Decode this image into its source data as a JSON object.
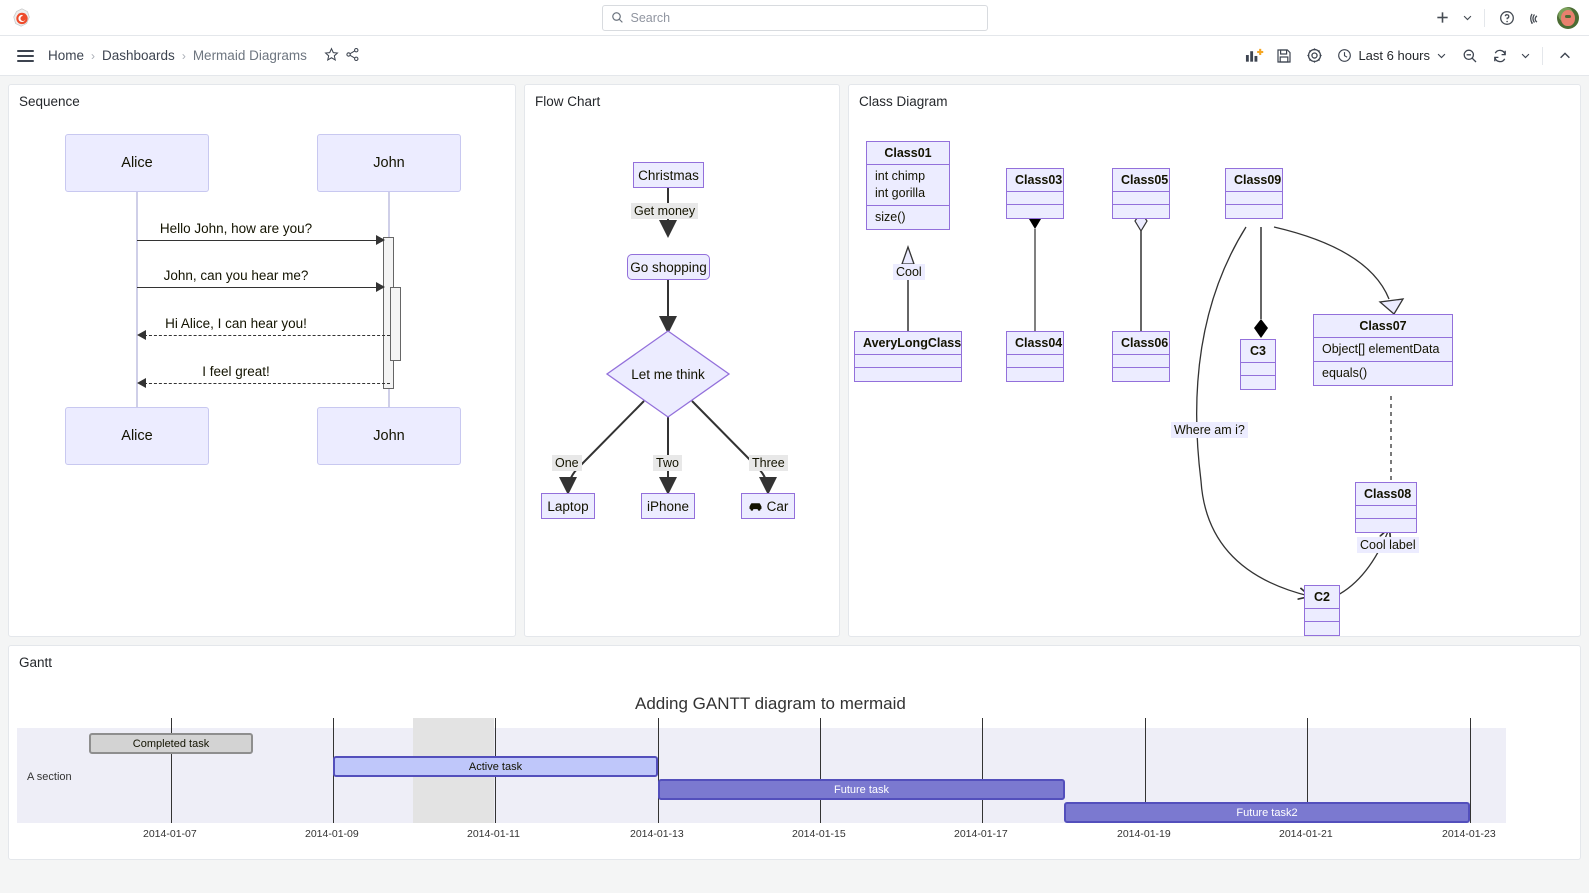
{
  "app": {
    "logo_icon": "grafana-logo-icon",
    "search": {
      "placeholder": "Search",
      "value": "",
      "icon": "search-icon"
    },
    "top_actions": [
      {
        "name": "new-button",
        "label": "+",
        "icon": "plus-icon"
      },
      {
        "name": "new-dropdown",
        "label": "",
        "icon": "chevron-down-icon"
      },
      {
        "name": "help-button",
        "label": "",
        "icon": "help-circle-icon"
      },
      {
        "name": "news-button",
        "label": "",
        "icon": "rss-icon"
      },
      {
        "name": "profile-avatar",
        "label": "",
        "icon": "avatar-icon"
      }
    ]
  },
  "nav": {
    "menu_icon": "hamburger-menu-icon",
    "breadcrumbs": [
      {
        "label": "Home",
        "name": "breadcrumb-home"
      },
      {
        "label": "Dashboards",
        "name": "breadcrumb-dashboards"
      },
      {
        "label": "Mermaid Diagrams",
        "name": "breadcrumb-mermaid-diagrams"
      }
    ],
    "separator": "›",
    "star_icon": "star-icon",
    "share_icon": "share-icon",
    "actions": [
      {
        "name": "add-panel-button",
        "icon": "add-panel-icon"
      },
      {
        "name": "save-dashboard-button",
        "icon": "save-icon"
      },
      {
        "name": "dashboard-settings-button",
        "icon": "gear-icon"
      }
    ],
    "time_range": {
      "label": "Last 6 hours",
      "icon": "clock-icon",
      "chevron": "chevron-down-icon"
    },
    "zoom_out": {
      "name": "zoom-out-time-range-button",
      "icon": "zoom-out-icon"
    },
    "refresh": {
      "name": "refresh-button",
      "icon": "refresh-icon"
    },
    "refresh_interval": {
      "name": "refresh-interval-dropdown",
      "icon": "chevron-down-icon"
    },
    "collapse": {
      "name": "collapse-toolbar-button",
      "icon": "chevron-up-icon"
    }
  },
  "panels": {
    "sequence": {
      "title": "Sequence",
      "diagram": {
        "type": "sequence",
        "actors": [
          "Alice",
          "John"
        ],
        "messages": [
          {
            "from": "Alice",
            "to": "John",
            "text": "Hello John, how are you?",
            "style": "solid"
          },
          {
            "from": "Alice",
            "to": "John",
            "text": "John, can you hear me?",
            "style": "solid"
          },
          {
            "from": "John",
            "to": "Alice",
            "text": "Hi Alice, I can hear you!",
            "style": "dashed"
          },
          {
            "from": "John",
            "to": "Alice",
            "text": "I feel great!",
            "style": "dashed"
          }
        ]
      }
    },
    "flow": {
      "title": "Flow Chart",
      "diagram": {
        "type": "flowchart",
        "nodes": [
          {
            "id": "A",
            "label": "Christmas",
            "shape": "rect"
          },
          {
            "id": "B",
            "label": "Go shopping",
            "shape": "round"
          },
          {
            "id": "C",
            "label": "Let me think",
            "shape": "diamond"
          },
          {
            "id": "D",
            "label": "Laptop",
            "shape": "rect"
          },
          {
            "id": "E",
            "label": "iPhone",
            "shape": "rect"
          },
          {
            "id": "F",
            "label": "Car",
            "shape": "rect",
            "icon": "car-icon"
          }
        ],
        "edges": [
          {
            "from": "A",
            "to": "B",
            "label": "Get money"
          },
          {
            "from": "B",
            "to": "C",
            "label": ""
          },
          {
            "from": "C",
            "to": "D",
            "label": "One"
          },
          {
            "from": "C",
            "to": "E",
            "label": "Two"
          },
          {
            "from": "C",
            "to": "F",
            "label": "Three"
          }
        ]
      }
    },
    "classdiagram": {
      "title": "Class Diagram",
      "diagram": {
        "type": "class",
        "classes": [
          {
            "id": "Class01",
            "name": "Class01",
            "attributes": [
              "int chimp",
              "int gorilla"
            ],
            "methods": [
              "size()"
            ]
          },
          {
            "id": "AveryLongClass",
            "name": "AveryLongClass",
            "attributes": [],
            "methods": []
          },
          {
            "id": "Class03",
            "name": "Class03",
            "attributes": [],
            "methods": []
          },
          {
            "id": "Class04",
            "name": "Class04",
            "attributes": [],
            "methods": []
          },
          {
            "id": "Class05",
            "name": "Class05",
            "attributes": [],
            "methods": []
          },
          {
            "id": "Class06",
            "name": "Class06",
            "attributes": [],
            "methods": []
          },
          {
            "id": "Class07",
            "name": "Class07",
            "attributes": [
              "Object[] elementData"
            ],
            "methods": [
              "equals()"
            ]
          },
          {
            "id": "Class08",
            "name": "Class08",
            "attributes": [],
            "methods": []
          },
          {
            "id": "Class09",
            "name": "Class09",
            "attributes": [],
            "methods": []
          },
          {
            "id": "C2",
            "name": "C2",
            "attributes": [],
            "methods": []
          },
          {
            "id": "C3",
            "name": "C3",
            "attributes": [],
            "methods": []
          }
        ],
        "relations": [
          {
            "from": "Class01",
            "to": "AveryLongClass",
            "type": "inheritance",
            "label": "Cool"
          },
          {
            "from": "Class03",
            "to": "Class04",
            "type": "composition",
            "label": ""
          },
          {
            "from": "Class05",
            "to": "Class06",
            "type": "aggregation",
            "label": ""
          },
          {
            "from": "Class09",
            "to": "C2",
            "type": "association",
            "label": "Where am i?"
          },
          {
            "from": "Class09",
            "to": "C3",
            "type": "composition",
            "label": ""
          },
          {
            "from": "Class09",
            "to": "Class07",
            "type": "realization",
            "label": ""
          },
          {
            "from": "Class07",
            "to": "Class08",
            "type": "dependency",
            "label": ""
          },
          {
            "from": "C2",
            "to": "Class08",
            "type": "association",
            "label": "Cool label"
          }
        ]
      }
    },
    "gantt": {
      "title": "Gantt",
      "chart_data": {
        "type": "bar",
        "title": "Adding GANTT diagram to mermaid",
        "sections": [
          "A section"
        ],
        "tasks": [
          {
            "name": "Completed task",
            "status": "done",
            "start": "2014-01-06",
            "end": "2014-01-08"
          },
          {
            "name": "Active task",
            "status": "active",
            "start": "2014-01-09",
            "end": "2014-01-12"
          },
          {
            "name": "Future task",
            "status": "future",
            "start": "2014-01-12",
            "end": "2014-01-17"
          },
          {
            "name": "Future task2",
            "status": "future",
            "start": "2014-01-18",
            "end": "2014-01-23"
          }
        ],
        "axis_ticks": [
          "2014-01-07",
          "2014-01-09",
          "2014-01-11",
          "2014-01-13",
          "2014-01-15",
          "2014-01-17",
          "2014-01-19",
          "2014-01-21",
          "2014-01-23"
        ],
        "xlabel": "",
        "ylabel": "",
        "colors": {
          "done": "#D3D3D3",
          "active": "#BFC7FA",
          "future": "#7B79D0",
          "band": "#EEEEF7"
        }
      }
    }
  },
  "theme": {
    "accent": "#3D71D9",
    "node_fill": "#ECECFF",
    "node_stroke": "#9370DB",
    "panel_bg": "#FFFFFF",
    "page_bg": "#F4F5F5"
  }
}
